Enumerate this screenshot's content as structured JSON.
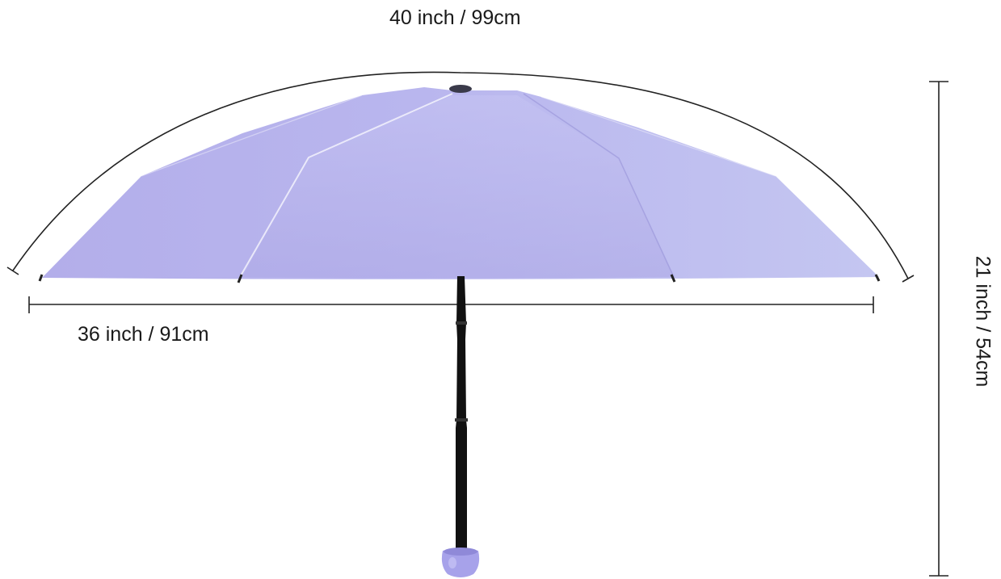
{
  "dimensions": {
    "arc_length": "40 inch / 99cm",
    "open_width": "36 inch / 91cm",
    "total_height": "21 inch / 54cm"
  },
  "colors": {
    "canopy": "#b7b4ec",
    "canopy_light": "#c9c8f2",
    "canopy_shadow": "#a9a4e2",
    "shaft": "#111111",
    "handle": "#a7a2ea",
    "dimension_line": "#222222"
  }
}
